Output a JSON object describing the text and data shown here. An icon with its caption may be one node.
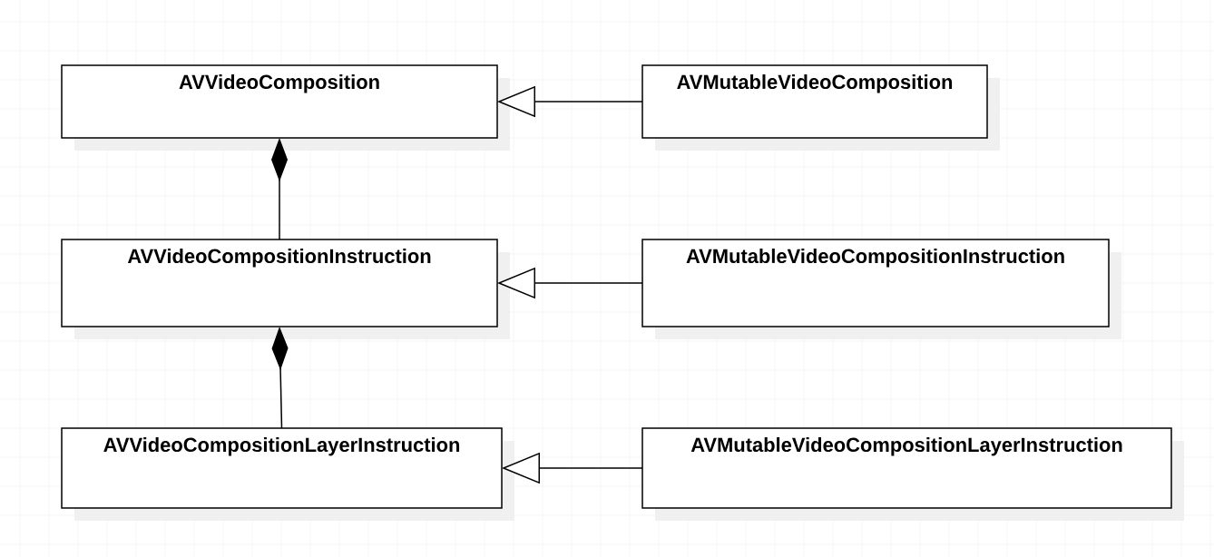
{
  "diagram": {
    "nodes": [
      {
        "text": [
          "AVVideoComposition"
        ]
      },
      {
        "text": [
          "AVMutableVideoComposition"
        ]
      },
      {
        "text": [
          "AVVideoCompositionInstruction"
        ]
      },
      {
        "text": [
          "AVMutableVideoCompositionInstruction"
        ]
      },
      {
        "text": [
          "AVVideoCompositionLayerInstruction"
        ]
      },
      {
        "text": [
          "AVMutableVideoCompositionLayerInstruction"
        ]
      }
    ],
    "edges": [
      {
        "from": 1,
        "to": 0,
        "arrow": "to"
      },
      {
        "from": 2,
        "to": 0,
        "arrow": "other"
      },
      {
        "from": 3,
        "to": 2,
        "arrow": "to"
      },
      {
        "from": 4,
        "to": 2,
        "arrow": "other"
      },
      {
        "from": 5,
        "to": 4,
        "arrow": "to"
      }
    ]
  }
}
